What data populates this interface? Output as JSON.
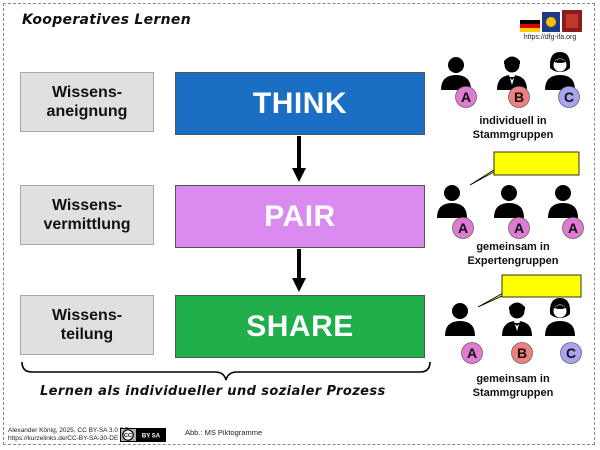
{
  "title": "Kooperatives Lernen",
  "logo_url": "https://dfg-ifa.org",
  "rows": [
    {
      "label": "Wissens-\naneignung",
      "stage": "THINK",
      "stage_color": "#1a6fc4",
      "caption": "individuell in\nStammgruppen"
    },
    {
      "label": "Wissens-\nvermittlung",
      "stage": "PAIR",
      "stage_color": "#d98bf0",
      "caption": "gemeinsam in\nExpertengruppen"
    },
    {
      "label": "Wissens-\nteilung",
      "stage": "SHARE",
      "stage_color": "#1fae4a",
      "caption": "gemeinsam  in\nStammgruppen"
    }
  ],
  "group_badges": {
    "think": [
      "A",
      "B",
      "C"
    ],
    "pair": [
      "A",
      "A",
      "A"
    ],
    "share": [
      "A",
      "B",
      "C"
    ]
  },
  "badge_colors": {
    "A": "#e07bd4",
    "B": "#f08080",
    "C": "#a9a4f0"
  },
  "speech_bubble_color": "#ffff00",
  "bottom_text": "Lernen als individueller und sozialer Prozess",
  "credit": "Alexander König, 2025, CC BY-SA 3.0 DE,\nhttps://kurzelinks.de/CC-BY-SA-30-DE",
  "cc_badge": {
    "left": "CC",
    "right": "BY SA"
  },
  "abb": "Abb.: MS Piktogramme"
}
